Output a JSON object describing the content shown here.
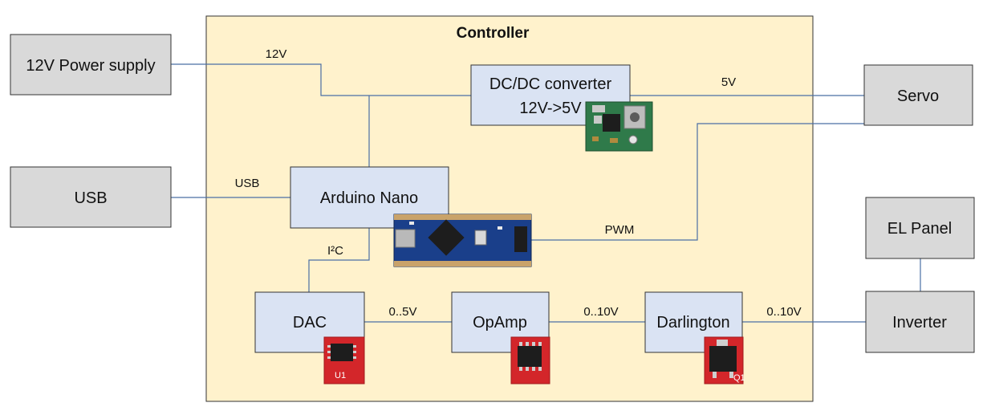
{
  "controller": {
    "title": "Controller",
    "fill": "#fff2cc"
  },
  "external": {
    "power_supply": "12V Power supply",
    "usb": "USB",
    "servo": "Servo",
    "el_panel": "EL Panel",
    "inverter": "Inverter",
    "fill": "#d9d9d9"
  },
  "internal": {
    "dcdc_line1": "DC/DC converter",
    "dcdc_line2": "12V->5V",
    "arduino": "Arduino Nano",
    "dac": "DAC",
    "opamp": "OpAmp",
    "darlington": "Darlington",
    "fill": "#dae3f3"
  },
  "wires": {
    "v12": "12V",
    "v5": "5V",
    "usb": "USB",
    "pwm": "PWM",
    "i2c": "I²C",
    "dac_opamp": "0..5V",
    "opamp_darlington": "0..10V",
    "darlington_inverter": "0..10V",
    "color": "#4a6fa5"
  },
  "chips": {
    "u1": "U1",
    "q1": "Q1"
  }
}
